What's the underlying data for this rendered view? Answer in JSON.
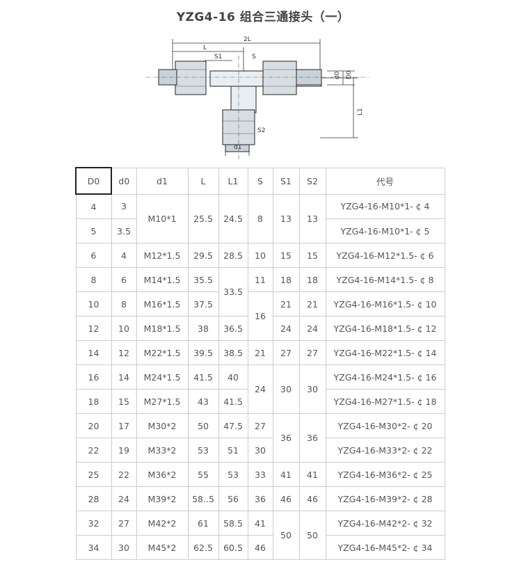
{
  "title": "YZG4-16 组合三通接头（一）",
  "drawing": {
    "labels": [
      "2L",
      "L",
      "S1",
      "S",
      "d0",
      "D0",
      "L1",
      "S2",
      "d1"
    ]
  },
  "table": {
    "headers": [
      "D0",
      "d0",
      "d1",
      "L",
      "L1",
      "S",
      "S1",
      "S2",
      "代号"
    ],
    "rows": [
      [
        "4",
        "3",
        "M10*1",
        "25.5",
        "24.5",
        "8",
        "13",
        "13",
        "YZG4-16-M10*1- ¢ 4"
      ],
      [
        "5",
        "3.5",
        "",
        "",
        "",
        "",
        "",
        "",
        "YZG4-16-M10*1- ¢ 5"
      ],
      [
        "6",
        "4",
        "M12*1.5",
        "29.5",
        "28.5",
        "10",
        "15",
        "15",
        "YZG4-16-M12*1.5- ¢ 6"
      ],
      [
        "8",
        "6",
        "M14*1.5",
        "35.5",
        "33.5",
        "11",
        "18",
        "18",
        "YZG4-16-M14*1.5- ¢ 8"
      ],
      [
        "10",
        "8",
        "M16*1.5",
        "37.5",
        "",
        "16",
        "21",
        "21",
        "YZG4-16-M16*1.5- ¢ 10"
      ],
      [
        "12",
        "10",
        "M18*1.5",
        "38",
        "36.5",
        "",
        "24",
        "24",
        "YZG4-16-M18*1.5- ¢ 12"
      ],
      [
        "14",
        "12",
        "M22*1.5",
        "39.5",
        "38.5",
        "21",
        "27",
        "27",
        "YZG4-16-M22*1.5- ¢ 14"
      ],
      [
        "16",
        "14",
        "M24*1.5",
        "41.5",
        "40",
        "24",
        "30",
        "30",
        "YZG4-16-M24*1.5- ¢ 16"
      ],
      [
        "18",
        "15",
        "M27*1.5",
        "43",
        "41.5",
        "",
        "",
        "",
        "YZG4-16-M27*1.5- ¢ 18"
      ],
      [
        "20",
        "17",
        "M30*2",
        "50",
        "47.5",
        "27",
        "36",
        "36",
        "YZG4-16-M30*2- ¢ 20"
      ],
      [
        "22",
        "19",
        "M33*2",
        "53",
        "51",
        "30",
        "",
        "",
        "YZG4-16-M33*2- ¢ 22"
      ],
      [
        "25",
        "22",
        "M36*2",
        "55",
        "53",
        "33",
        "41",
        "41",
        "YZG4-16-M36*2- ¢ 25"
      ],
      [
        "28",
        "24",
        "M39*2",
        "58..5",
        "56",
        "36",
        "46",
        "46",
        "YZG4-16-M39*2- ¢ 28"
      ],
      [
        "32",
        "27",
        "M42*2",
        "61",
        "58.5",
        "41",
        "50",
        "50",
        "YZG4-16-M42*2- ¢ 32"
      ],
      [
        "34",
        "30",
        "M45*2",
        "62.5",
        "60.5",
        "46",
        "",
        "",
        "YZG4-16-M45*2- ¢ 34"
      ]
    ]
  }
}
